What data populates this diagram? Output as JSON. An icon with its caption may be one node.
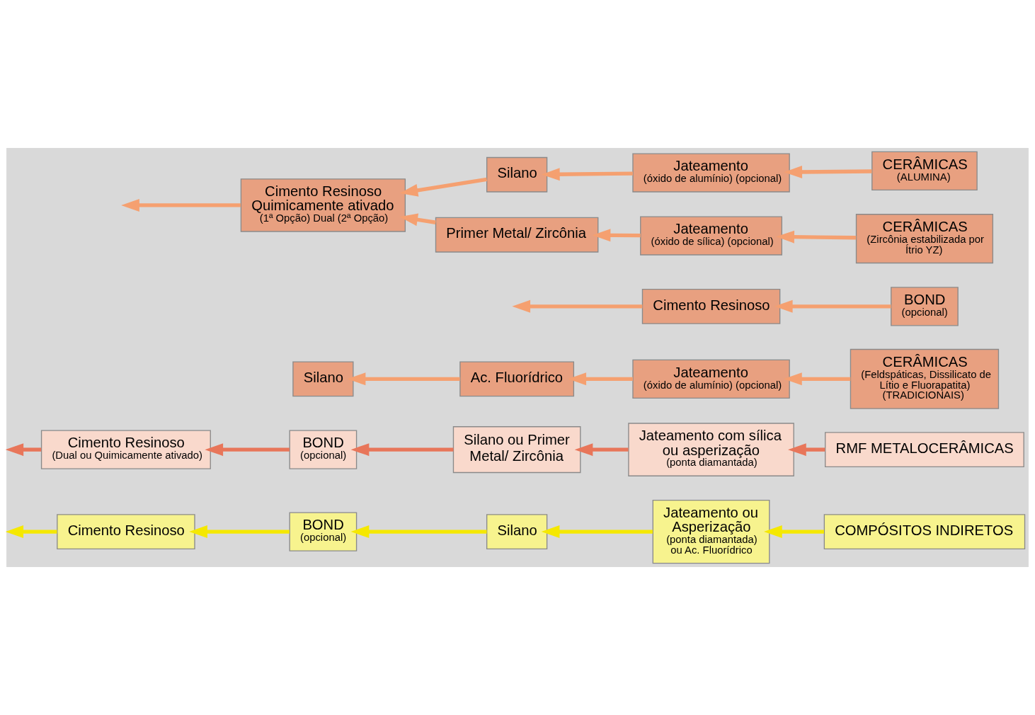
{
  "diagram": {
    "nodes": [
      {
        "text": [
          "COMPÓSITOS INDIRETOS"
        ]
      },
      {
        "text": [
          "Jateamento ou Asperização",
          "(ponta diamantada)",
          "ou Ac. Fluorídrico"
        ]
      },
      {
        "text": [
          "Silano"
        ]
      },
      {
        "text": [
          "BOND",
          "(opcional)"
        ]
      },
      {
        "text": [
          "Cimento Resinoso"
        ]
      },
      {
        "text": [
          "RMF METALOCERÂMICAS"
        ]
      },
      {
        "text": [
          "Jateamento com sílica ou asperização",
          "(ponta diamantada)"
        ]
      },
      {
        "text": [
          "Silano ou Primer Metal/ Zircônia"
        ]
      },
      {
        "text": [
          "BOND",
          "(opcional)"
        ]
      },
      {
        "text": [
          "Cimento Resinoso",
          "(Dual ou Quimicamente ativado)"
        ]
      },
      {
        "text": [
          "CERÂMICAS",
          "(Feldspáticas, Dissilicato de Lítio e Fluorapatita) (TRADICIONAIS)"
        ]
      },
      {
        "text": [
          "Jateamento",
          "(óxido de alumínio) (opcional)"
        ]
      },
      {
        "text": [
          "Ac. Fluorídrico"
        ]
      },
      {
        "text": [
          "Silano"
        ]
      },
      {
        "text": [
          "BOND",
          "(opcional)"
        ]
      },
      {
        "text": [
          "Cimento Resinoso"
        ]
      },
      {
        "text": [
          "CERÂMICAS",
          "(ALUMINA)"
        ]
      },
      {
        "text": [
          "Jateamento",
          "(óxido de alumínio) (opcional)"
        ]
      },
      {
        "text": [
          "Silano"
        ]
      },
      {
        "text": [
          "Cimento Resinoso Quimicamente ativado",
          "(1ª Opção) Dual (2ª Opção)"
        ]
      },
      {
        "text": [
          "CERÂMICAS",
          "(Zircônia estabilizada por Ítrio YZ)"
        ]
      },
      {
        "text": [
          "Jateamento",
          "(óxido de sílica) (opcional)"
        ]
      },
      {
        "text": [
          "Primer Metal/ Zircônia"
        ]
      }
    ],
    "edges": [
      {
        "from": 0,
        "to": 1,
        "arrow": "to",
        "color": "#f5e800"
      },
      {
        "from": 1,
        "to": 2,
        "arrow": "to",
        "color": "#f5e800"
      },
      {
        "from": 2,
        "to": 3,
        "arrow": "to",
        "color": "#f5e800"
      },
      {
        "from": 3,
        "to": 4,
        "arrow": "to",
        "color": "#f5e800"
      },
      {
        "from": 4,
        "to": null,
        "arrow": "to",
        "color": "#f5e800"
      },
      {
        "from": 5,
        "to": 6,
        "arrow": "to",
        "color": "#e8765a"
      },
      {
        "from": 6,
        "to": 7,
        "arrow": "to",
        "color": "#e8765a"
      },
      {
        "from": 7,
        "to": 8,
        "arrow": "to",
        "color": "#e8765a"
      },
      {
        "from": 8,
        "to": 9,
        "arrow": "to",
        "color": "#e8765a"
      },
      {
        "from": 9,
        "to": null,
        "arrow": "to",
        "color": "#e8765a"
      },
      {
        "from": 10,
        "to": 11,
        "arrow": "to"
      },
      {
        "from": 11,
        "to": 12,
        "arrow": "to"
      },
      {
        "from": 12,
        "to": 13,
        "arrow": "to"
      },
      {
        "from": 14,
        "to": 15,
        "arrow": "to"
      },
      {
        "from": 15,
        "to": null,
        "arrow": "to"
      },
      {
        "from": 16,
        "to": 17,
        "arrow": "to"
      },
      {
        "from": 17,
        "to": 18,
        "arrow": "to"
      },
      {
        "from": 18,
        "to": 19,
        "arrow": "to"
      },
      {
        "from": 19,
        "to": null,
        "arrow": "to"
      },
      {
        "from": 20,
        "to": 21,
        "arrow": "to"
      },
      {
        "from": 21,
        "to": 22,
        "arrow": "to"
      },
      {
        "from": 22,
        "to": 19,
        "arrow": "to"
      }
    ]
  }
}
